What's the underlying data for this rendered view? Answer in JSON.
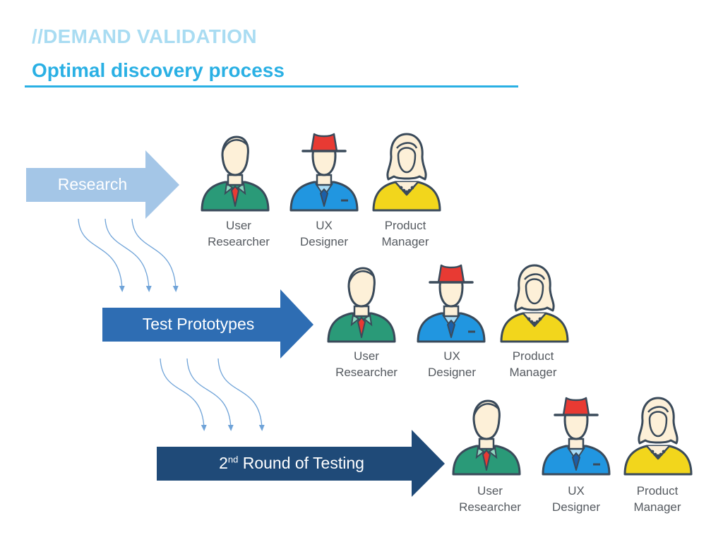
{
  "header": {
    "kicker": "//DEMAND VALIDATION",
    "title": "Optimal discovery process"
  },
  "stages": [
    {
      "label": "Research",
      "color": "#a4c6e7"
    },
    {
      "label": "Test Prototypes",
      "color": "#2e6db3"
    },
    {
      "label_prefix": "2",
      "label_sup": "nd",
      "label_rest": " Round of Testing",
      "color": "#1f4a78"
    }
  ],
  "roles": {
    "user_researcher": {
      "line1": "User",
      "line2": "Researcher",
      "icon": "user-researcher-icon"
    },
    "ux_designer": {
      "line1": "UX",
      "line2": "Designer",
      "icon": "ux-designer-icon"
    },
    "product_manager": {
      "line1": "Product",
      "line2": "Manager",
      "icon": "product-manager-icon"
    }
  },
  "colors": {
    "accent": "#2ab0e4",
    "kicker": "#a9dcf2",
    "flow_arrow": "#6fa3d8",
    "researcher_shirt": "#2a9a78",
    "designer_shirt": "#2196e0",
    "designer_hat": "#e83a33",
    "manager_shirt": "#f2d61c",
    "skin": "#fdf0d8",
    "outline": "#3a4a5a"
  }
}
